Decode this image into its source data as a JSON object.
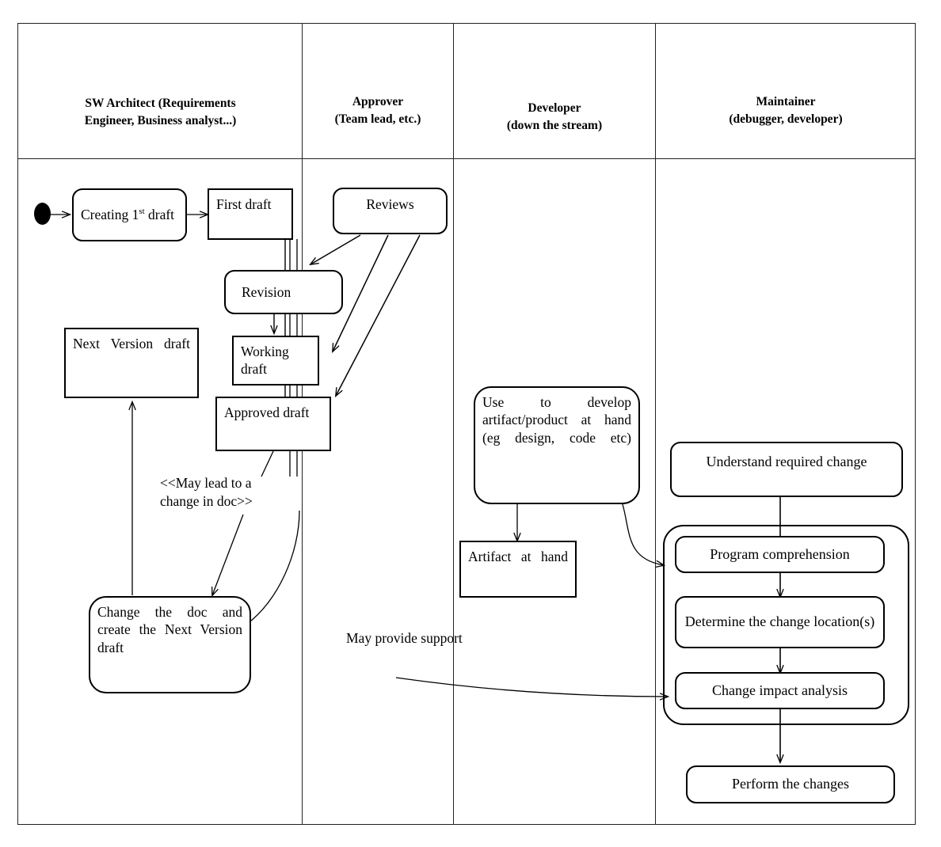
{
  "diagram": {
    "title": "Document change / maintenance swimlane activity diagram",
    "type": "swimlane-activity-diagram"
  },
  "lanes": [
    {
      "id": "sw-architect",
      "title_line1": "SW  Architect  (Requirements",
      "title_line2": "Engineer, Business analyst...)"
    },
    {
      "id": "approver",
      "title_line1": "Approver",
      "title_line2": "(Team lead, etc.)"
    },
    {
      "id": "developer",
      "title_line1": "Developer",
      "title_line2": "(down the stream)"
    },
    {
      "id": "maintainer",
      "title_line1": "Maintainer",
      "title_line2": "(debugger, developer)"
    }
  ],
  "nodes": {
    "start": "",
    "creating_first_draft": "Creating 1st draft",
    "creating_first_draft_pre": "Creating 1",
    "creating_first_draft_sup": "st",
    "creating_first_draft_post": " draft",
    "first_draft": "First draft",
    "reviews": "Reviews",
    "revision": "Revision",
    "working_draft": "Working draft",
    "approved_draft": "Approved draft",
    "next_version_draft": "Next Version draft",
    "change_the_doc": "Change the doc and create the Next Version draft",
    "use_to_develop": "Use to develop artifact/product at hand (eg design, code etc)",
    "artifact_at_hand": "Artifact at hand",
    "understand_required_change": "Understand required change",
    "program_comprehension": "Program comprehension",
    "determine_change_location": "Determine the change location(s)",
    "change_impact_analysis": "Change impact analysis",
    "perform_the_changes": "Perform the changes"
  },
  "edge_labels": {
    "may_lead_to_change_l1": "<<May lead to a",
    "may_lead_to_change_l2": "change in doc>>",
    "may_provide_support": "May provide support"
  },
  "colors": {
    "stroke": "#000000",
    "lane_border": "#222222",
    "background": "#ffffff",
    "text": "#000000"
  }
}
